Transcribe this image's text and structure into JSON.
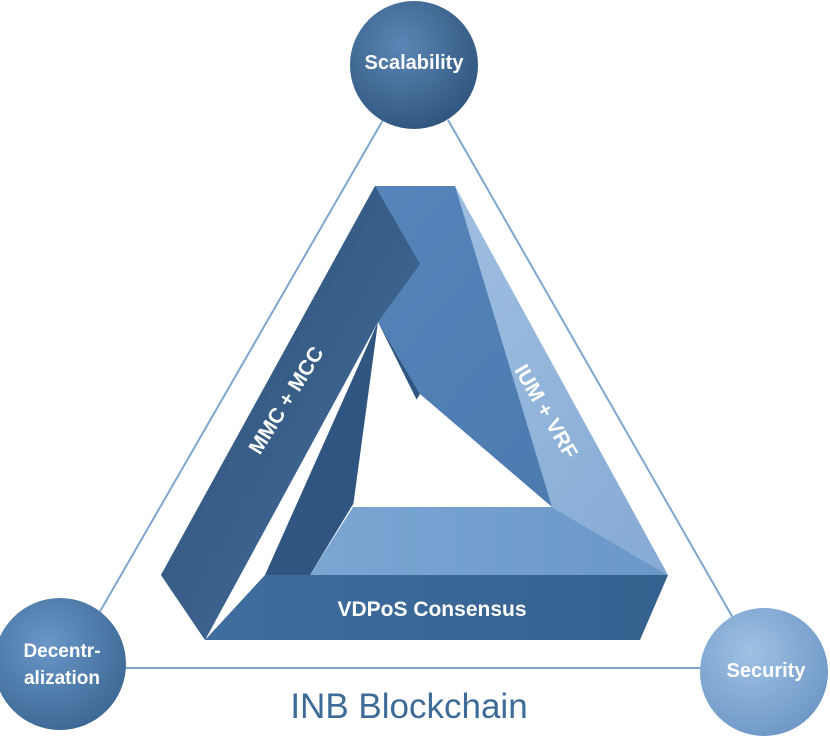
{
  "nodes": {
    "top": "Scalability",
    "left_line1": "Decentr-",
    "left_line2": "alization",
    "right": "Security"
  },
  "bands": {
    "left": "MMC + MCC",
    "right": "IUM + VRF",
    "bottom": "VDPoS Consensus"
  },
  "title": "INB Blockchain",
  "colors": {
    "connector_line": "#7ea6cf",
    "node_dark": "#33587f",
    "node_light": "#8fb3d9",
    "face_left": "#5c8ac0",
    "face_right": "#8fb3da",
    "face_bottom": "#6f9ccd",
    "title": "#3e6a98"
  }
}
